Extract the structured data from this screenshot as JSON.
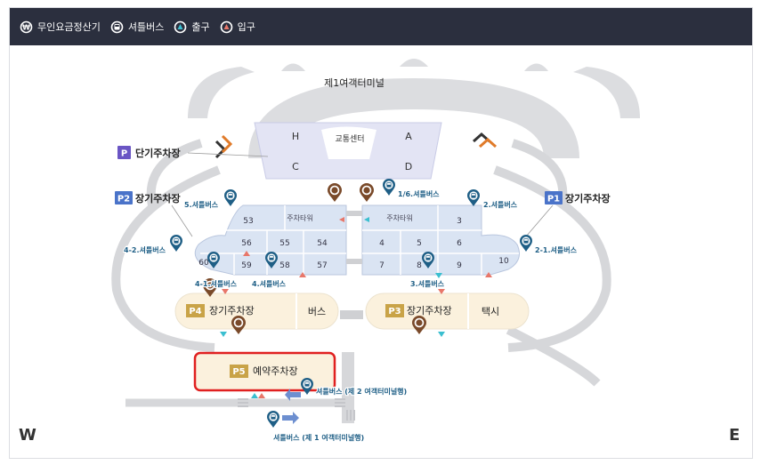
{
  "legend": {
    "items": [
      {
        "icon": "coin-icon",
        "label": "무인요금정산기"
      },
      {
        "icon": "bus-icon",
        "label": "셔틀버스"
      },
      {
        "icon": "exit-arrow-icon",
        "label": "출구"
      },
      {
        "icon": "entrance-arrow-icon",
        "label": "입구"
      }
    ]
  },
  "colors": {
    "legend_bg": "#2b2f3e",
    "parking_badge": "#4a73c9",
    "premium_badge": "#c9a347",
    "highlight_border": "#e02020",
    "shuttle_pin": "#1f5f86",
    "payment_pin": "#7a4a2a"
  },
  "map": {
    "terminal": "제1여객터미널",
    "transport_center": "교통센터",
    "gates": {
      "h": "H",
      "a": "A",
      "c": "C",
      "d": "D"
    },
    "lots": {
      "p_short": {
        "badge": "P",
        "label": "단기주차장"
      },
      "p1": {
        "badge": "P1",
        "label": "장기주차장"
      },
      "p2": {
        "badge": "P2",
        "label": "장기주차장"
      },
      "p3": {
        "badge": "P3",
        "label": "장기주차장"
      },
      "p4": {
        "badge": "P4",
        "label": "장기주차장"
      },
      "p5": {
        "badge": "P5",
        "label": "예약주차장"
      }
    },
    "bus_area": "버스",
    "taxi_area": "택시",
    "parking_tower": "주차타워",
    "zones": {
      "z53": "53",
      "z56": "56",
      "z55": "55",
      "z54": "54",
      "z60": "60",
      "z59": "59",
      "z58": "58",
      "z57": "57",
      "z3": "3",
      "z4": "4",
      "z5": "5",
      "z6": "6",
      "z7": "7",
      "z8": "8",
      "z9": "9",
      "z10": "10"
    },
    "shuttle_stops": {
      "s16": "1/6.셔틀버스",
      "s5": "5.셔틀버스",
      "s2": "2.셔틀버스",
      "s42": "4-2.셔틀버스",
      "s21": "2-1.셔틀버스",
      "s41": "4-1.셔틀버스",
      "s4": "4.셔틀버스",
      "s3": "3.셔틀버스",
      "s_t2": "셔틀버스 (제 2 여객터미널행)",
      "s_t1": "셔틀버스 (제 1 여객터미널행)"
    }
  },
  "compass": {
    "west": "W",
    "east": "E"
  }
}
